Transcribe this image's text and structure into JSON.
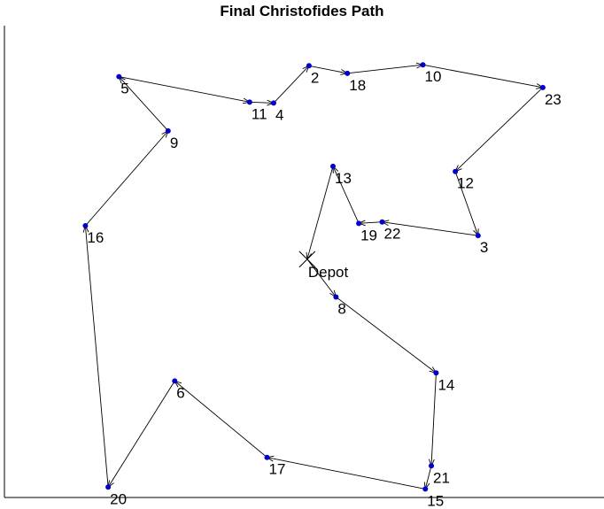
{
  "chart_data": {
    "type": "scatter",
    "title": "Final Christofides Path",
    "xlabel": "",
    "ylabel": "",
    "xlim": [
      0,
      100
    ],
    "ylim": [
      0,
      100
    ],
    "grid": false,
    "axes": "left-bottom",
    "depot": {
      "label": "Depot",
      "x": 50.5,
      "y": 50.5
    },
    "nodes": [
      {
        "id": "2",
        "label": "2",
        "x": 50.8,
        "y": 91.5
      },
      {
        "id": "3",
        "label": "3",
        "x": 79.0,
        "y": 55.5
      },
      {
        "id": "4",
        "label": "4",
        "x": 44.9,
        "y": 83.6
      },
      {
        "id": "5",
        "label": "5",
        "x": 19.1,
        "y": 89.2
      },
      {
        "id": "6",
        "label": "6",
        "x": 28.4,
        "y": 24.7
      },
      {
        "id": "8",
        "label": "8",
        "x": 55.3,
        "y": 42.5
      },
      {
        "id": "9",
        "label": "9",
        "x": 27.3,
        "y": 77.7
      },
      {
        "id": "10",
        "label": "10",
        "x": 69.8,
        "y": 91.7
      },
      {
        "id": "11",
        "label": "11",
        "x": 40.9,
        "y": 83.8
      },
      {
        "id": "12",
        "label": "12",
        "x": 75.2,
        "y": 69.1
      },
      {
        "id": "13",
        "label": "13",
        "x": 54.8,
        "y": 70.2
      },
      {
        "id": "14",
        "label": "14",
        "x": 72.0,
        "y": 26.4
      },
      {
        "id": "15",
        "label": "15",
        "x": 70.2,
        "y": 1.8
      },
      {
        "id": "16",
        "label": "16",
        "x": 13.5,
        "y": 57.6
      },
      {
        "id": "17",
        "label": "17",
        "x": 43.8,
        "y": 8.5
      },
      {
        "id": "18",
        "label": "18",
        "x": 57.2,
        "y": 89.9
      },
      {
        "id": "19",
        "label": "19",
        "x": 59.1,
        "y": 58.1
      },
      {
        "id": "20",
        "label": "20",
        "x": 17.3,
        "y": 2.2
      },
      {
        "id": "21",
        "label": "21",
        "x": 71.2,
        "y": 6.7
      },
      {
        "id": "22",
        "label": "22",
        "x": 63.0,
        "y": 58.4
      },
      {
        "id": "23",
        "label": "23",
        "x": 89.8,
        "y": 86.9
      }
    ],
    "path_sequence": [
      "Depot",
      "8",
      "14",
      "21",
      "15",
      "17",
      "6",
      "20",
      "16",
      "9",
      "5",
      "11",
      "4",
      "2",
      "18",
      "10",
      "23",
      "12",
      "3",
      "22",
      "19",
      "13",
      "Depot"
    ],
    "colors": {
      "nodes": "#0000cc",
      "path": "#000000"
    }
  }
}
